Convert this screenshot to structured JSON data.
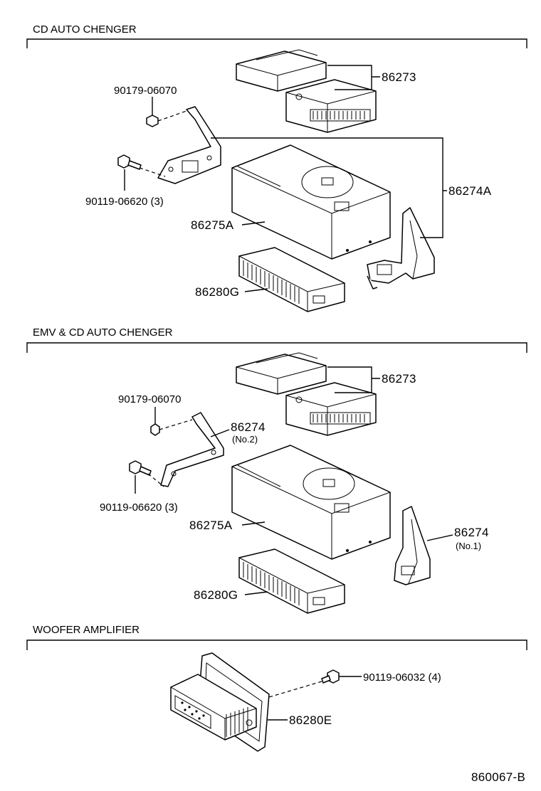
{
  "sections": [
    {
      "title": "CD AUTO CHENGER",
      "labels": {
        "nut": "90179-06070",
        "bolt": "90119-06620 (3)",
        "changer": "86273",
        "bracket": "86274A",
        "box": "86275A",
        "amp": "86280G"
      }
    },
    {
      "title": "EMV & CD AUTO CHENGER",
      "labels": {
        "nut": "90179-06070",
        "bolt": "90119-06620 (3)",
        "changer": "86273",
        "bracket2": "86274",
        "bracket2_sub": "(No.2)",
        "bracket1": "86274",
        "bracket1_sub": "(No.1)",
        "box": "86275A",
        "amp": "86280G"
      }
    },
    {
      "title": "WOOFER AMPLIFIER",
      "labels": {
        "bolt": "90119-06032 (4)",
        "amp": "86280E"
      }
    }
  ],
  "drawing_number": "860067-B"
}
